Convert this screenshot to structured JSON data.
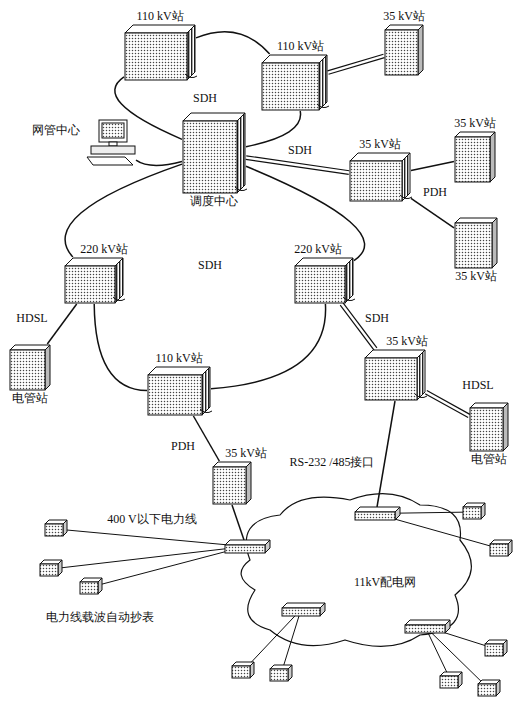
{
  "diagram": {
    "nodes": [
      {
        "text": [
          "网管中心"
        ]
      },
      {
        "text": [
          "110 kV站"
        ]
      },
      {
        "text": [
          "110 kV站"
        ]
      },
      {
        "text": [
          "35 kV站"
        ]
      },
      {
        "text": [
          "调度中心"
        ]
      },
      {
        "text": [
          "35 kV站"
        ]
      },
      {
        "text": [
          "35 kV站"
        ]
      },
      {
        "text": [
          "35 kV站"
        ]
      },
      {
        "text": [
          "220 kV站"
        ]
      },
      {
        "text": [
          "220 kV站"
        ]
      },
      {
        "text": [
          "电管站"
        ]
      },
      {
        "text": [
          "110 kV站"
        ]
      },
      {
        "text": [
          "35 kV站"
        ]
      },
      {
        "text": [
          "电管站"
        ]
      },
      {
        "text": [
          "35 kV站"
        ]
      }
    ],
    "edges": [
      {
        "from": 4,
        "to": 1,
        "arrow": "none"
      },
      {
        "from": 1,
        "to": 2,
        "arrow": "none"
      },
      {
        "from": 2,
        "to": 4,
        "arrow": "none"
      },
      {
        "from": 2,
        "to": 3,
        "arrow": "none"
      },
      {
        "from": 4,
        "to": 5,
        "label": "SDH",
        "arrow": "none"
      },
      {
        "from": 5,
        "to": 6,
        "arrow": "none"
      },
      {
        "from": 5,
        "to": 7,
        "label": "PDH",
        "arrow": "none"
      },
      {
        "from": 4,
        "to": 8,
        "arrow": "none"
      },
      {
        "from": 8,
        "to": 11,
        "arrow": "none"
      },
      {
        "from": 11,
        "to": 9,
        "arrow": "none"
      },
      {
        "from": 9,
        "to": 4,
        "arrow": "none"
      },
      {
        "from": 9,
        "to": 12,
        "label": "SDH",
        "arrow": "none"
      },
      {
        "from": 8,
        "to": 10,
        "label": "HDSL",
        "arrow": "none"
      },
      {
        "from": 12,
        "to": 13,
        "label": "HDSL",
        "arrow": "none"
      },
      {
        "from": 11,
        "to": 14,
        "label": "PDH",
        "arrow": "none"
      },
      {
        "from": 0,
        "to": 4,
        "arrow": "none"
      }
    ],
    "labels": [
      "SDH",
      "SDH",
      "RS-232 /485接口",
      "400 V以下电力线",
      "11kV配电网",
      "电力线载波自动抄表"
    ]
  }
}
